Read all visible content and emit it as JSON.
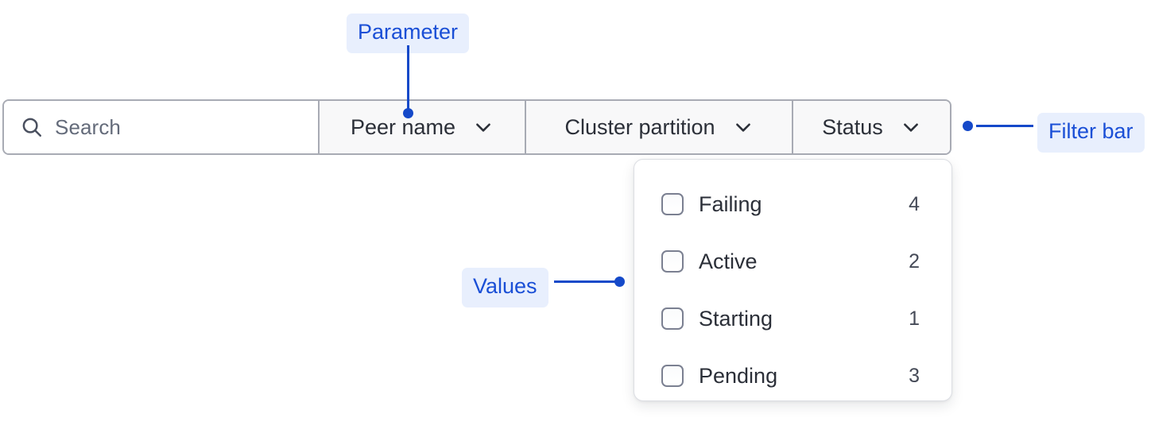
{
  "search": {
    "icon": "search-icon",
    "placeholder": "Search",
    "value": ""
  },
  "filters": [
    {
      "label": "Peer name",
      "icon": "chevron-down-icon",
      "key": "peer-name"
    },
    {
      "label": "Cluster partition",
      "icon": "chevron-down-icon",
      "key": "cluster-partition"
    },
    {
      "label": "Status",
      "icon": "chevron-down-icon",
      "key": "status"
    }
  ],
  "values_panel": {
    "open_for": "Status",
    "rows": [
      {
        "label": "Failing",
        "count": "4",
        "checked": false
      },
      {
        "label": "Active",
        "count": "2",
        "checked": false
      },
      {
        "label": "Starting",
        "count": "1",
        "checked": false
      },
      {
        "label": "Pending",
        "count": "3",
        "checked": false
      }
    ]
  },
  "annotations": {
    "parameter": "Parameter",
    "filter_bar": "Filter bar",
    "values": "Values"
  },
  "colors": {
    "annotation_text": "#1a4fd6",
    "annotation_pill_bg": "#e8effd",
    "annotation_line": "#1549c9",
    "bar_border": "#a8abb4",
    "bar_bg": "#f8f8f9",
    "search_bg": "#ffffff",
    "label_text": "#2b2f38",
    "placeholder_text": "#646b7a",
    "panel_border": "#dcdee3",
    "checkbox_border": "#7b8091"
  }
}
